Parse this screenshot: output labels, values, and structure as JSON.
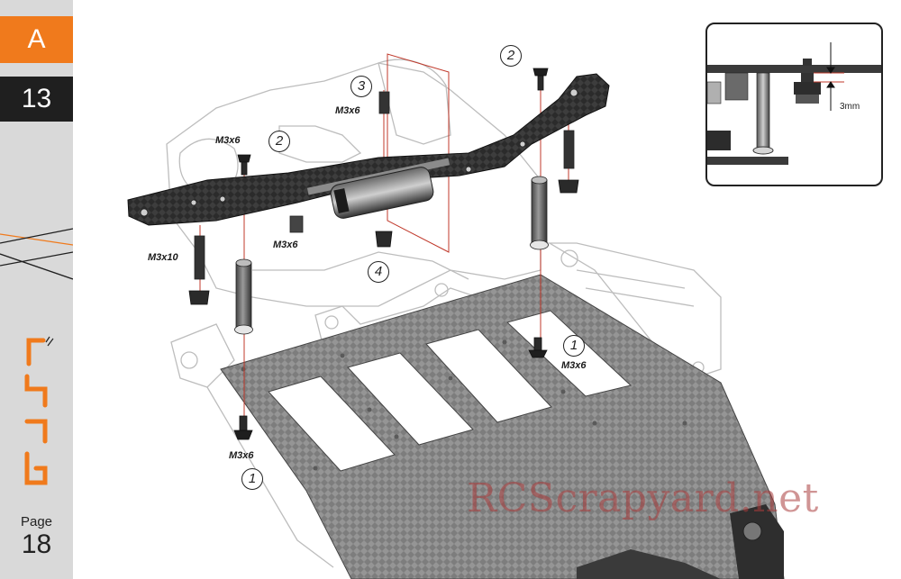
{
  "sidebar": {
    "section": "A",
    "step": "13",
    "page_label": "Page",
    "page_number": "18",
    "logo": "JNLG",
    "accent_color": "#f07a1c",
    "dark_color": "#1f1f1f"
  },
  "callouts": {
    "screw_2a_size": "M3x6",
    "screw_2a_num": "2",
    "screw_3_size": "M3x6",
    "screw_3_num": "3",
    "screw_2b_num": "2",
    "post_left_size": "M3x10",
    "nut_mid_size": "M3x6",
    "nut_4_num": "4",
    "screw_1a_num": "1",
    "screw_1a_size": "M3x6",
    "screw_1b_size": "M3x6",
    "screw_1b_num": "1"
  },
  "inset": {
    "gap_label": "3mm"
  },
  "watermark": "RCScrapyard.net"
}
